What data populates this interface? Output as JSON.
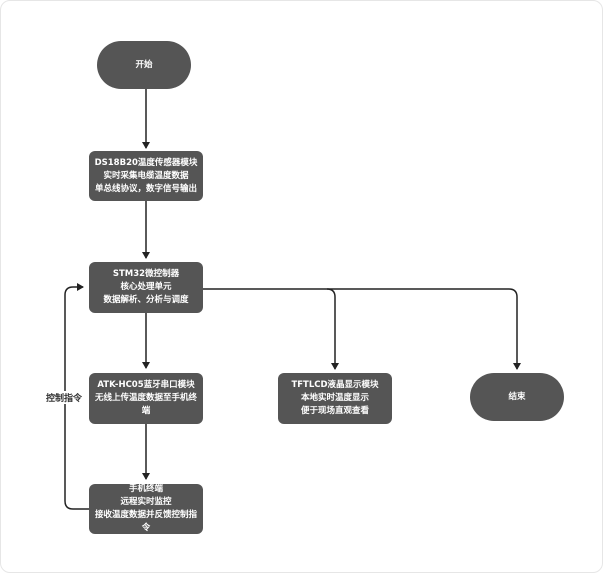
{
  "nodes": {
    "start": {
      "lines": [
        "开始"
      ]
    },
    "sensor": {
      "lines": [
        "DS18B20温度传感器模块",
        "实时采集电缆温度数据",
        "单总线协议，数字信号输出"
      ]
    },
    "mcu": {
      "lines": [
        "STM32微控制器",
        "核心处理单元",
        "数据解析、分析与调度"
      ]
    },
    "bluetooth": {
      "lines": [
        "ATK-HC05蓝牙串口模块",
        "无线上传温度数据至手机终",
        "端"
      ]
    },
    "display": {
      "lines": [
        "TFTLCD液晶显示模块",
        "本地实时温度显示",
        "便于现场直观查看"
      ]
    },
    "end": {
      "lines": [
        "结束"
      ]
    },
    "phone": {
      "lines": [
        "手机终端",
        "远程实时监控",
        "接收温度数据并反馈控制指",
        "令"
      ]
    }
  },
  "edges": {
    "feedback_label": "控制指令"
  },
  "colors": {
    "node_fill": "#555555",
    "node_text": "#ffffff",
    "edge": "#222222"
  }
}
